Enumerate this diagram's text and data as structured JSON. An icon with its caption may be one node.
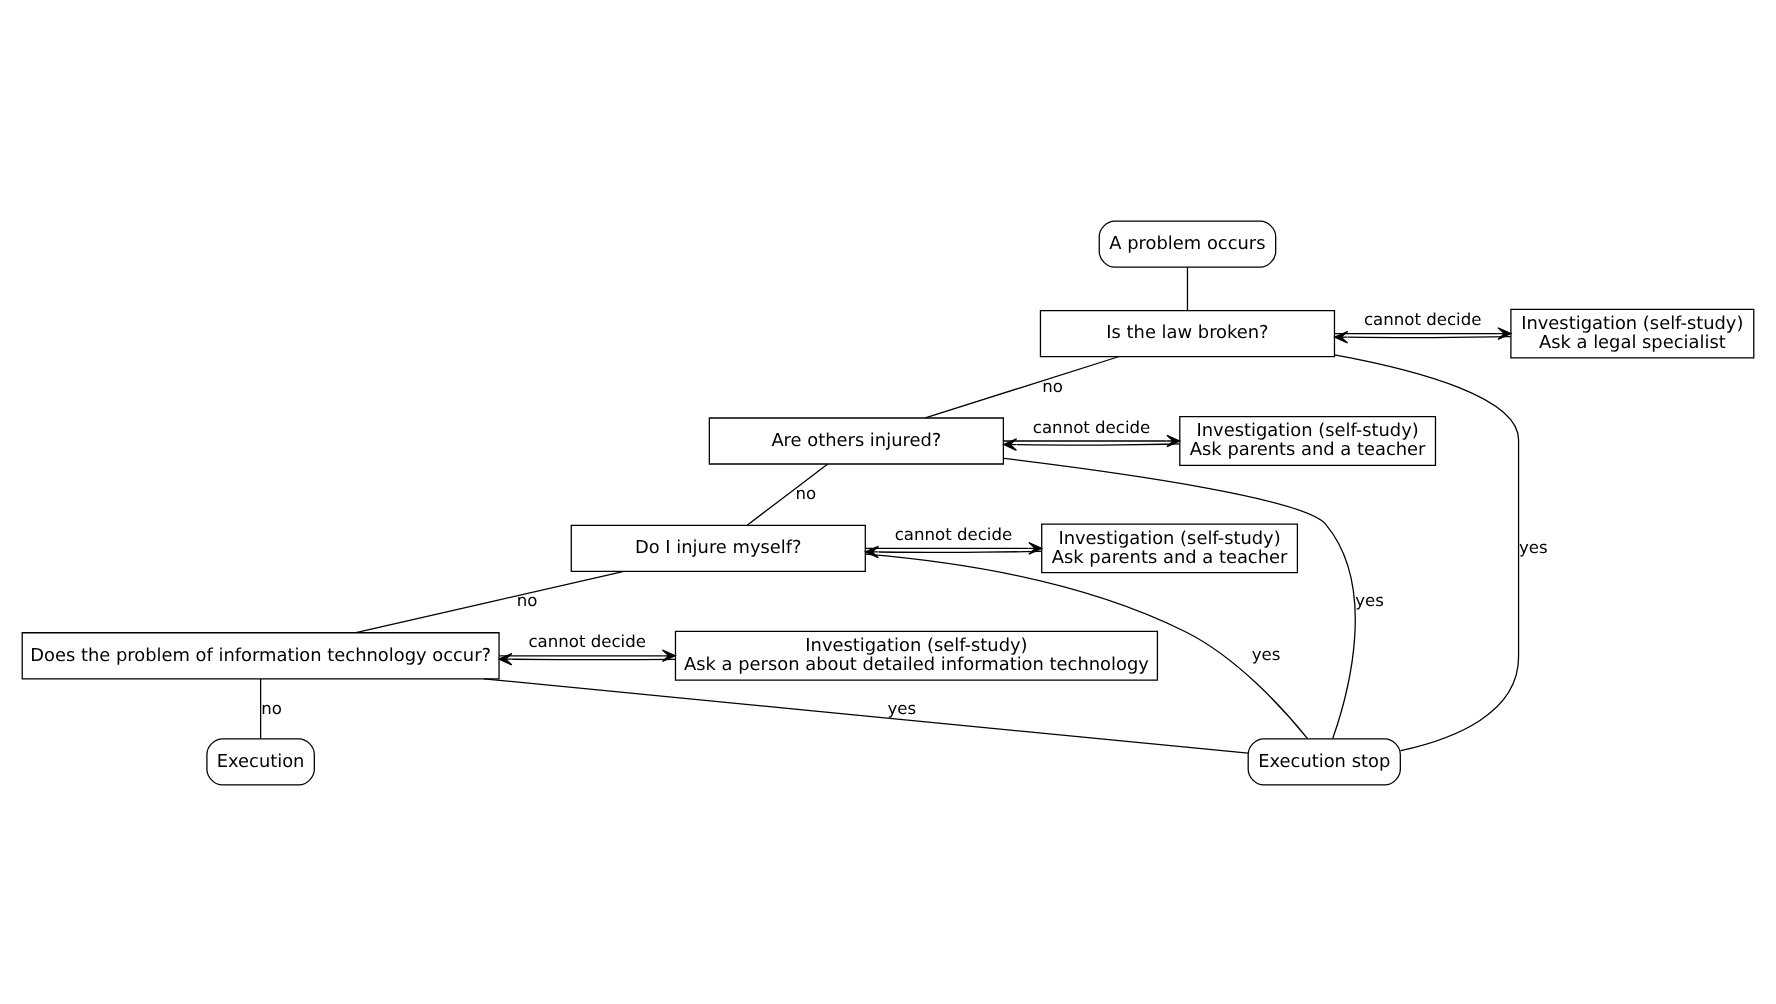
{
  "diagram": {
    "nodes": [
      {
        "text": [
          "A problem occurs"
        ]
      },
      {
        "text": [
          "Is the law broken?"
        ]
      },
      {
        "text": [
          "Investigation (self-study)",
          "Ask a legal specialist"
        ]
      },
      {
        "text": [
          "Are others injured?"
        ]
      },
      {
        "text": [
          "Investigation (self-study)",
          "Ask parents and a teacher"
        ]
      },
      {
        "text": [
          "Do I injure myself?"
        ]
      },
      {
        "text": [
          "Investigation (self-study)",
          "Ask parents and a teacher"
        ]
      },
      {
        "text": [
          "Does the problem of information technology occur?"
        ]
      },
      {
        "text": [
          "Investigation (self-study)",
          "Ask a person about detailed information technology"
        ]
      },
      {
        "text": [
          "Execution stop"
        ]
      },
      {
        "text": [
          "Execution"
        ]
      }
    ],
    "edges": [
      {
        "from": 0,
        "to": 1,
        "arrow": "none"
      },
      {
        "from": 1,
        "to": 2,
        "arrow": "to",
        "label": "cannot decide"
      },
      {
        "from": 2,
        "to": 1,
        "arrow": "to"
      },
      {
        "from": 1,
        "to": 9,
        "arrow": "none",
        "label": "yes"
      },
      {
        "from": 1,
        "to": 3,
        "arrow": "none",
        "label": "no"
      },
      {
        "from": 3,
        "to": 4,
        "arrow": "to",
        "label": "cannot decide"
      },
      {
        "from": 4,
        "to": 3,
        "arrow": "to"
      },
      {
        "from": 3,
        "to": 9,
        "arrow": "none",
        "label": "yes"
      },
      {
        "from": 3,
        "to": 5,
        "arrow": "none",
        "label": "no"
      },
      {
        "from": 5,
        "to": 6,
        "arrow": "to",
        "label": "cannot decide"
      },
      {
        "from": 6,
        "to": 5,
        "arrow": "to"
      },
      {
        "from": 5,
        "to": 9,
        "arrow": "none",
        "label": "yes"
      },
      {
        "from": 5,
        "to": 7,
        "arrow": "none",
        "label": "no"
      },
      {
        "from": 7,
        "to": 8,
        "arrow": "to",
        "label": "cannot decide"
      },
      {
        "from": 8,
        "to": 7,
        "arrow": "to"
      },
      {
        "from": 7,
        "to": 9,
        "arrow": "none",
        "label": "yes"
      },
      {
        "from": 7,
        "to": 10,
        "arrow": "none",
        "label": "no"
      }
    ]
  }
}
